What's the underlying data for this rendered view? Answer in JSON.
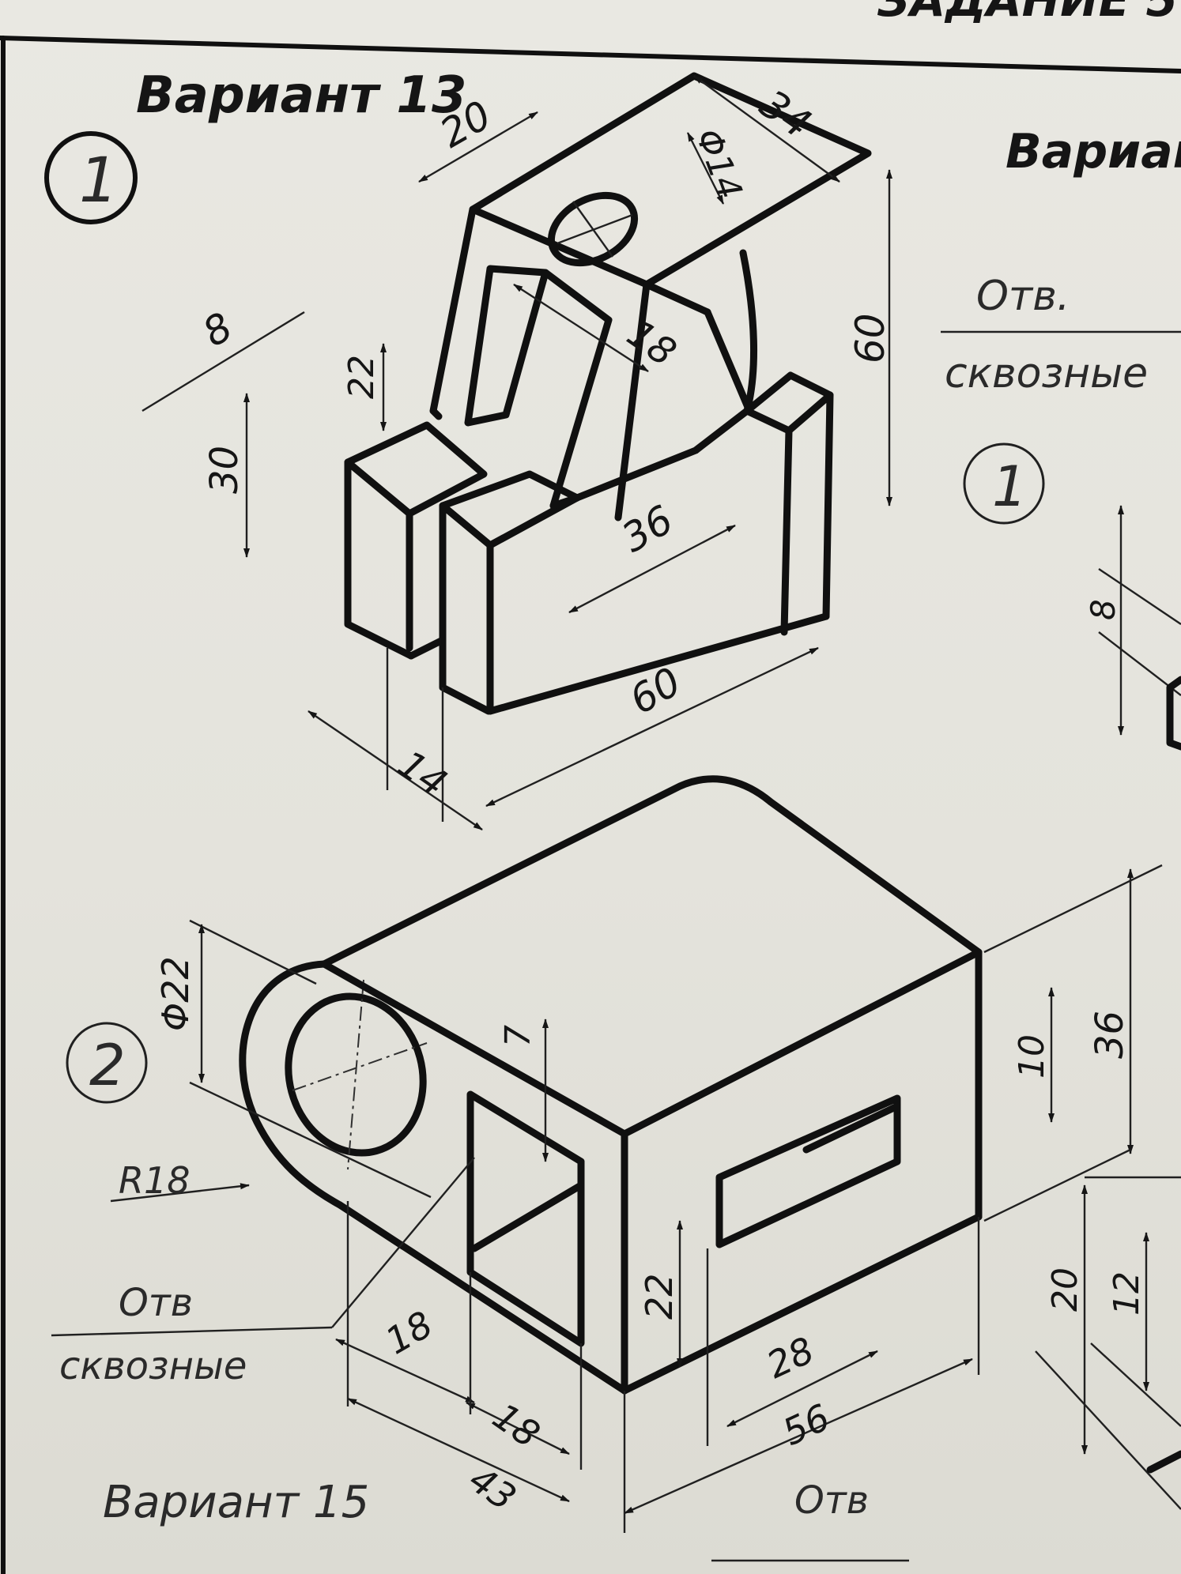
{
  "header": {
    "top_title_fragment": "ЗАДАНИЕ 5",
    "variant_13": "Вариант 13",
    "variant_right": "Вариан",
    "variant_15": "Вариант 15"
  },
  "item_1": {
    "number": "1",
    "dims": {
      "d20": "20",
      "d34": "34",
      "phi14": "Φ14",
      "d8": "8",
      "d22": "22",
      "d18": "18",
      "d60_h": "60",
      "d30": "30",
      "d36": "36",
      "d60_w": "60",
      "d14": "14"
    }
  },
  "item_2": {
    "number": "2",
    "dims": {
      "phi22": "Φ22",
      "d7": "7",
      "d10": "10",
      "d36": "36",
      "r18": "R18",
      "d22": "22",
      "d18a": "18",
      "d18b": "18",
      "d43": "43",
      "d28": "28",
      "d56": "56"
    },
    "note_top": "Отв",
    "note_bottom": "сквозные"
  },
  "right_column": {
    "note_top": "Отв.",
    "note_bottom": "сквозные",
    "number": "1",
    "d8": "8",
    "d20": "20",
    "d12": "12"
  },
  "footer": {
    "note_top": "Отв"
  }
}
